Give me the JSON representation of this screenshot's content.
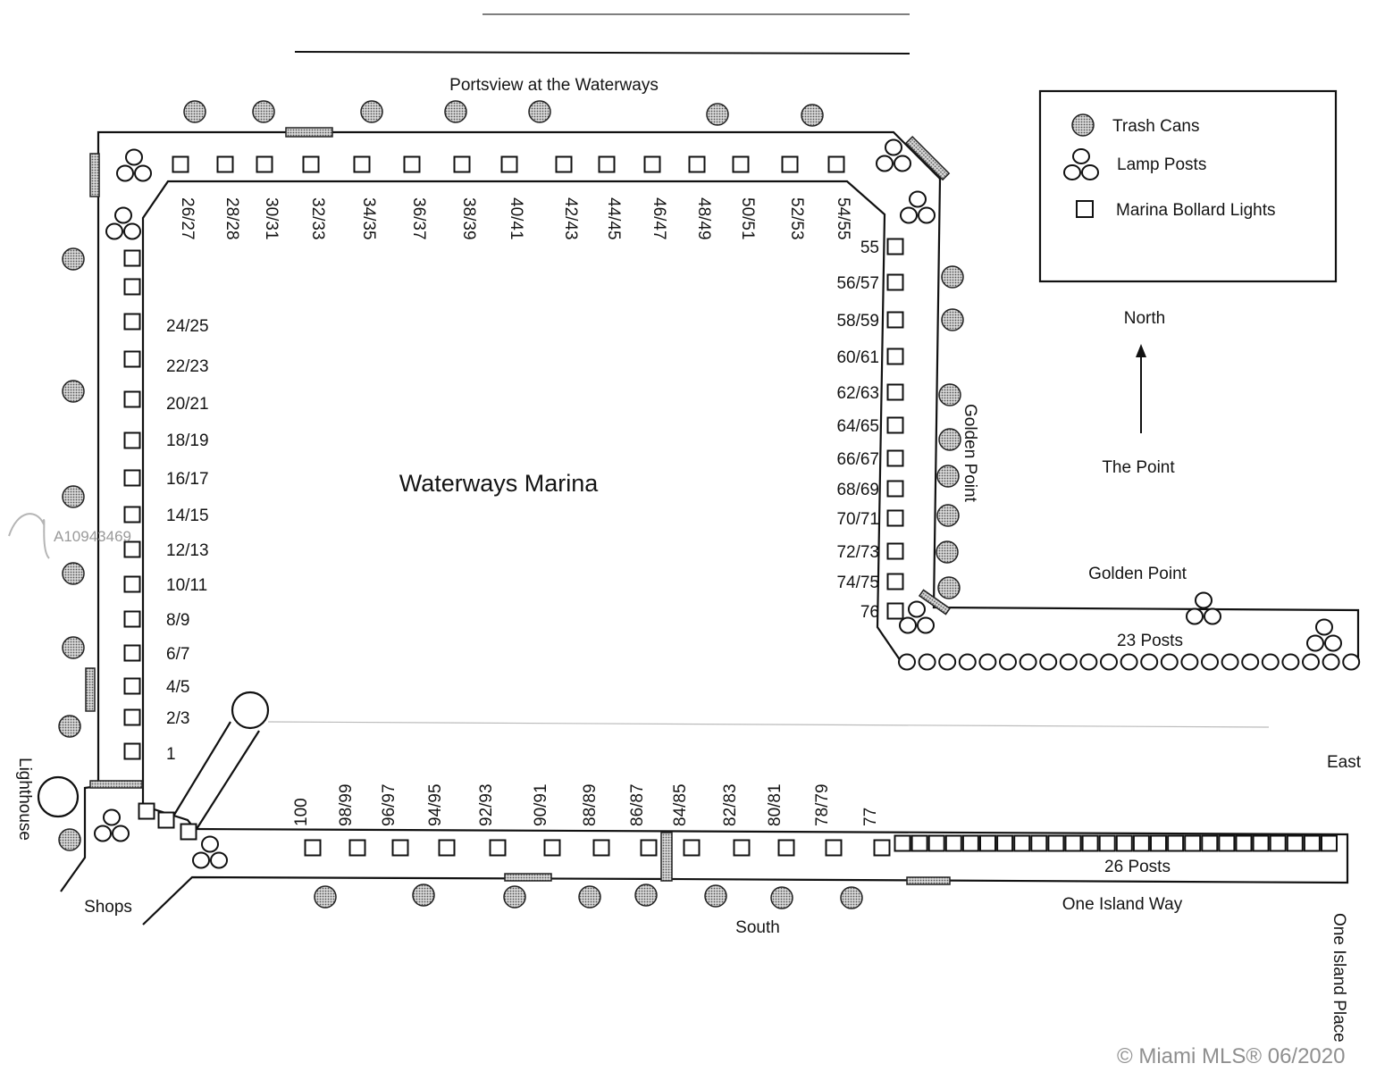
{
  "map": {
    "title": "Waterways Marina",
    "labels": {
      "north_street": "Portsview at the Waterways",
      "point": "The Point",
      "north": "North",
      "golden_point_vertical": "Golden Point",
      "golden_point": "Golden Point",
      "posts_23": "23 Posts",
      "posts_26": "26 Posts",
      "east": "East",
      "south": "South",
      "one_island_way": "One Island Way",
      "one_island_place": "One Island Place",
      "shops": "Shops",
      "lighthouse": "Lighthouse"
    },
    "legend": {
      "trash": "Trash Cans",
      "lamp": "Lamp Posts",
      "bollard": "Marina Bollard Lights"
    },
    "slips": {
      "west": [
        "24/25",
        "22/23",
        "20/21",
        "18/19",
        "16/17",
        "14/15",
        "12/13",
        "10/11",
        "8/9",
        "6/7",
        "4/5",
        "2/3",
        "1"
      ],
      "north": [
        "26/27",
        "28/28",
        "30/31",
        "32/33",
        "34/35",
        "36/37",
        "38/39",
        "40/41",
        "42/43",
        "44/45",
        "46/47",
        "48/49",
        "50/51",
        "52/53",
        "54/55"
      ],
      "east": [
        "55",
        "56/57",
        "58/59",
        "60/61",
        "62/63",
        "64/65",
        "66/67",
        "68/69",
        "70/71",
        "72/73",
        "74/75",
        "76"
      ],
      "south": [
        "100",
        "98/99",
        "96/97",
        "94/95",
        "92/93",
        "90/91",
        "88/89",
        "86/87",
        "84/85",
        "82/83",
        "80/81",
        "78/79",
        "77"
      ]
    },
    "counts": {
      "golden_point_posts": 23,
      "one_island_way_posts": 26
    }
  },
  "watermark": {
    "listing_id": "A10943469",
    "copyright": "© Miami MLS® 06/2020"
  }
}
